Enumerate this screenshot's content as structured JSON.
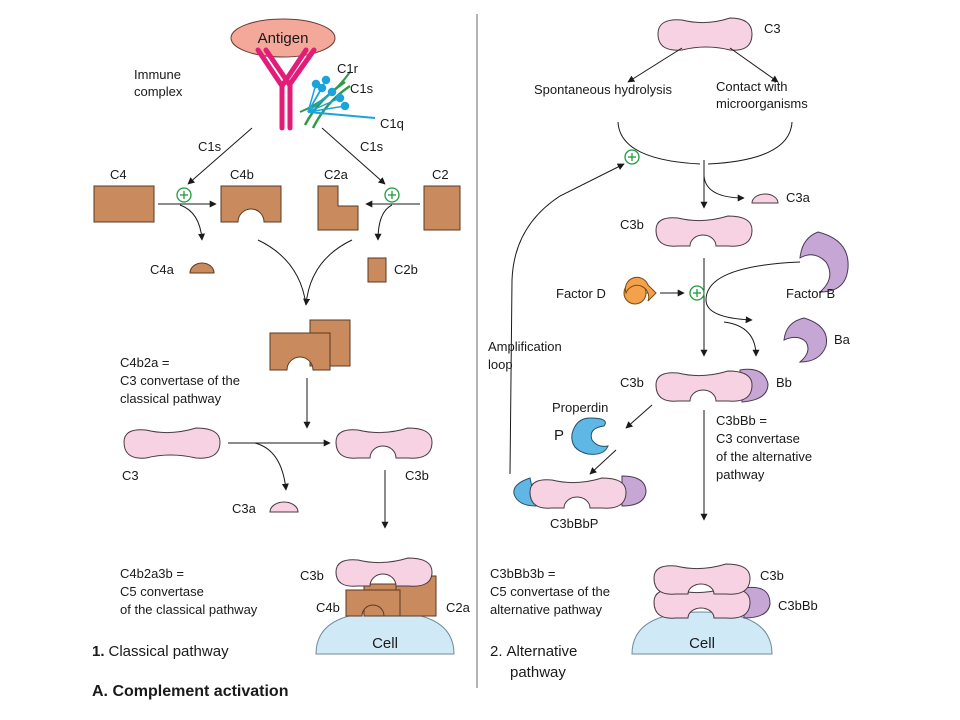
{
  "figure": {
    "title": "A. Complement activation",
    "colors": {
      "brown": "#c98a5e",
      "brown_stroke": "#5a3a22",
      "pink": "#f6d2e2",
      "pink_stroke": "#4a3a40",
      "lilac": "#c6a6d4",
      "cyan": "#5fb7e5",
      "orange": "#f3a14a",
      "magenta": "#e31c79",
      "green": "#1f9b3a",
      "cell": "#cfe9f6",
      "antigen": "#f4a899"
    }
  },
  "classical": {
    "panel_number": "1.",
    "panel_label": "Classical pathway",
    "antigen": "Antigen",
    "immune_complex_line1": "Immune",
    "immune_complex_line2": "complex",
    "c1r": "C1r",
    "c1s_top": "C1s",
    "c1q": "C1q",
    "c1s_left": "C1s",
    "c1s_right": "C1s",
    "c4": "C4",
    "c4b": "C4b",
    "c2a": "C2a",
    "c2": "C2",
    "c4a": "C4a",
    "c2b": "C2b",
    "c3conv_line1": "C4b2a =",
    "c3conv_line2": "C3 convertase of the",
    "c3conv_line3": "classical pathway",
    "c3": "C3",
    "c3b": "C3b",
    "c3a": "C3a",
    "c5conv_line1": "C4b2a3b =",
    "c5conv_line2": "C5 convertase",
    "c5conv_line3": "of the classical pathway",
    "cell_c3b": "C3b",
    "cell_c4b": "C4b",
    "cell_c2a": "C2a",
    "cell": "Cell"
  },
  "alternative": {
    "panel_number": "2.",
    "panel_label_line1": "Alternative",
    "panel_label_line2": "pathway",
    "c3": "C3",
    "spontaneous": "Spontaneous hydrolysis",
    "contact_line1": "Contact with",
    "contact_line2": "microorganisms",
    "c3a": "C3a",
    "c3b": "C3b",
    "factor_d": "Factor D",
    "factor_b": "Factor B",
    "ba": "Ba",
    "amp_line1": "Amplification",
    "amp_line2": "loop",
    "c3b_bb_left": "C3b",
    "bb": "Bb",
    "properdin": "Properdin",
    "p": "P",
    "c3bbb_line1": "C3bBb =",
    "c3bbb_line2": "C3 convertase",
    "c3bbb_line3": "of the alternative",
    "c3bbb_line4": "pathway",
    "c3bbbp": "C3bBbP",
    "c5conv_line1": "C3bBb3b =",
    "c5conv_line2": "C5 convertase of the",
    "c5conv_line3": "alternative pathway",
    "cell_c3b": "C3b",
    "cell_c3bbb": "C3bBb",
    "cell": "Cell"
  }
}
